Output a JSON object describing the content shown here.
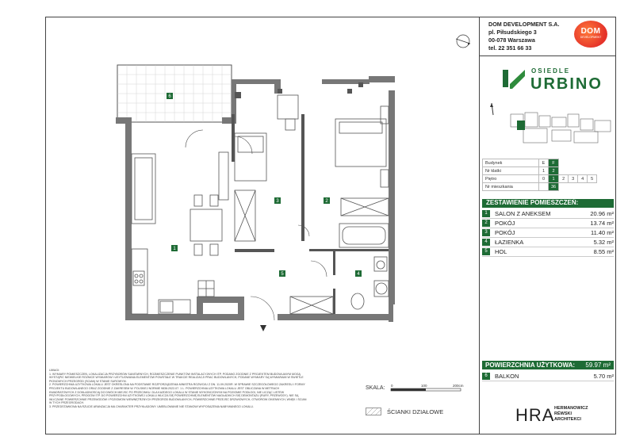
{
  "company": {
    "name": "DOM DEVELOPMENT S.A.",
    "street": "pl. Piłsudskiego 3",
    "city": "00-078 Warszawa",
    "phone": "tel. 22 351 66 33",
    "logo_top": "DOM",
    "logo_bottom": "DEVELOPMENT"
  },
  "estate": {
    "prefix": "OSIEDLE",
    "name": "URBINO",
    "brand_color": "#1e6b35"
  },
  "info": {
    "rows": [
      {
        "label": "Budynek",
        "cells": [
          "E",
          "F"
        ],
        "selected": 1
      },
      {
        "label": "Nr klatki",
        "cells": [
          "1",
          "2"
        ],
        "selected": 1
      },
      {
        "label": "Piętro",
        "cells": [
          "0",
          "1",
          "2",
          "3",
          "4",
          "5"
        ],
        "selected": 1
      },
      {
        "label": "Nr mieszkania",
        "cells": [
          "",
          "36"
        ],
        "selected": 1
      }
    ]
  },
  "rooms": {
    "title": "ZESTAWIENIE POMIESZCZEŃ:",
    "items": [
      {
        "num": "1",
        "name": "SALON Z ANEKSEM",
        "area": "20.96 m²"
      },
      {
        "num": "2",
        "name": "POKÓJ",
        "area": "13.74 m²"
      },
      {
        "num": "3",
        "name": "POKÓJ",
        "area": "11.40 m²"
      },
      {
        "num": "4",
        "name": "ŁAZIENKA",
        "area": "5.32 m²"
      },
      {
        "num": "5",
        "name": "HOL",
        "area": "8.55 m²"
      }
    ]
  },
  "total": {
    "label": "POWIERZCHNIA UŻYTKOWA:",
    "area": "59.97 m²"
  },
  "balcony": {
    "num": "6",
    "name": "BALKON",
    "area": "5.70 m²"
  },
  "plan_labels": [
    "1",
    "2",
    "3",
    "4",
    "5",
    "6"
  ],
  "notes": [
    "UWAGI:",
    "1. WYMIARY POMIESZCZEŃ, LOKALIZACJA PRZYBORÓW SANITARNYCH, ROZMIESZCZENIE PUNKTÓW INSTALACYJNYCH ITP. PODANO ZGODNIE Z PROJEKTEM BUDOWLANYM MOGĄ",
    "WYSTĄPIĆ NIEWIELKIE RÓŻNICE WYMIARÓW I USYTUOWANIA ELEMENTÓW POWSTAŁE W TRAKCIE REALIZACJI PRAC BUDOWLANYCH, PODANE WYMIARY SĄ WYMIARAMI W ŚWIETLE",
    "PIONOWYCH PRZEGRÓD (ŚCIAN) W STANIE SUROWYM.",
    "2. POWIERZCHNIA UŻYTKOWA LOKALU JEST OKREŚLONA NA PODSTAWIE ROZPORZĄDZENIA MINISTRA ROZWOJU Z DN. 11.09.2020R. W SPRAWIE SZCZEGÓŁOWEGO ZAKRESU I FORMY",
    "PROJEKTU BUDOWLANEGO ORAZ ZGODNIE Z ZAKRESEM W. POLSKIEJ NORMIE 9836:2022-07. 1 L. POWIERZCHNIA UŻYTKOWA LOKALU JEST OBLICZANA W METRACH",
    "KWADRATOWYCH Z DOKŁADNOŚCIĄ DO DWÓCH MIEJSC PO PRZECINKU. DLA KAŻDEGO LOKALU W STANIE WYKOŃCZONYM NA POZIOMIE PODŁOGI, NIE LICZĄC LISTEW",
    "PRZYPODŁOGOWYCH, PROGÓW ITP. DO POWIERZCHNI UŻYTKOWEJ LOKALU WLICZA SIĘ POWIERZCHNIĘ ELEMENTÓW NAGŁADKICH SIĘ DEMONTAŻU (RURY, PRZEWODY). NIE SĄ",
    "WLICZANE POWIERZCHNIE PRZEWODÓW I POZIOMÓW WEWNĘTRZNYCH PRZEGRÓD BUDOWLANYCH, POWIERZCHNIE PRZEJŚĆ DRZWIOWYCH, OTWORÓW OKIENNYCH, WNĘK I ŚCIAN",
    "W TYCH PRZEGRODACH.",
    "3. PRZEDSTAWIONA NA RZUCIE ARANŻACJA MA CHARAKTER PRZYKŁADOWY. UMEBLOWANIE NIE STANOWI WYPOSAŻENIA NABYWANEGO LOKALU."
  ],
  "scale": {
    "label": "SKALA:",
    "ticks": [
      "0",
      "100",
      "200cm"
    ]
  },
  "walls_legend": "ŚCIANKI DZIAŁOWE",
  "architect": {
    "abbr": "HRA",
    "line1": "HERMANOWICZ",
    "line2": "RÉWSKI",
    "line3": "ARCHITEKCI"
  },
  "icons": [
    "north-arrow-icon",
    "compass-icon",
    "estate-logo-mark-icon",
    "site-plan-icon"
  ]
}
